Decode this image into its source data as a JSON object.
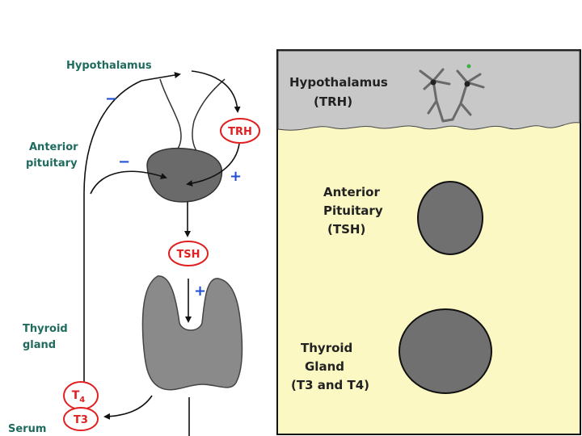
{
  "left_figure": {
    "hypothalamus_label": "Hypothalamus",
    "anterior_label_line1": "Anterior",
    "anterior_label_line2": "pituitary",
    "thyroid_label_line1": "Thyroid",
    "thyroid_label_line2": "gland",
    "serum_label": "Serum",
    "minus_sign": "−",
    "plus_sign": "+",
    "hormones": {
      "trh": "TRH",
      "tsh": "TSH",
      "t4_base": "T",
      "t4_sub": "4",
      "t3": "T3"
    }
  },
  "right_figure": {
    "hypothalamus_line1": "Hypothalamus",
    "hypothalamus_line2": "(TRH)",
    "anterior_line1": "Anterior",
    "anterior_line2": "Pituitary",
    "anterior_line3": "(TSH)",
    "thyroid_line1": "Thyroid",
    "thyroid_line2": "Gland",
    "thyroid_line3": "(T3 and T4)"
  },
  "colors": {
    "label_green": "#1f6b5e",
    "feedback_blue": "#1f4fd1",
    "hormone_red": "#e02020",
    "panel_top_gray": "#c8c8c8",
    "panel_body_yellow": "#fbf8c4",
    "gland_gray": "#707070"
  }
}
